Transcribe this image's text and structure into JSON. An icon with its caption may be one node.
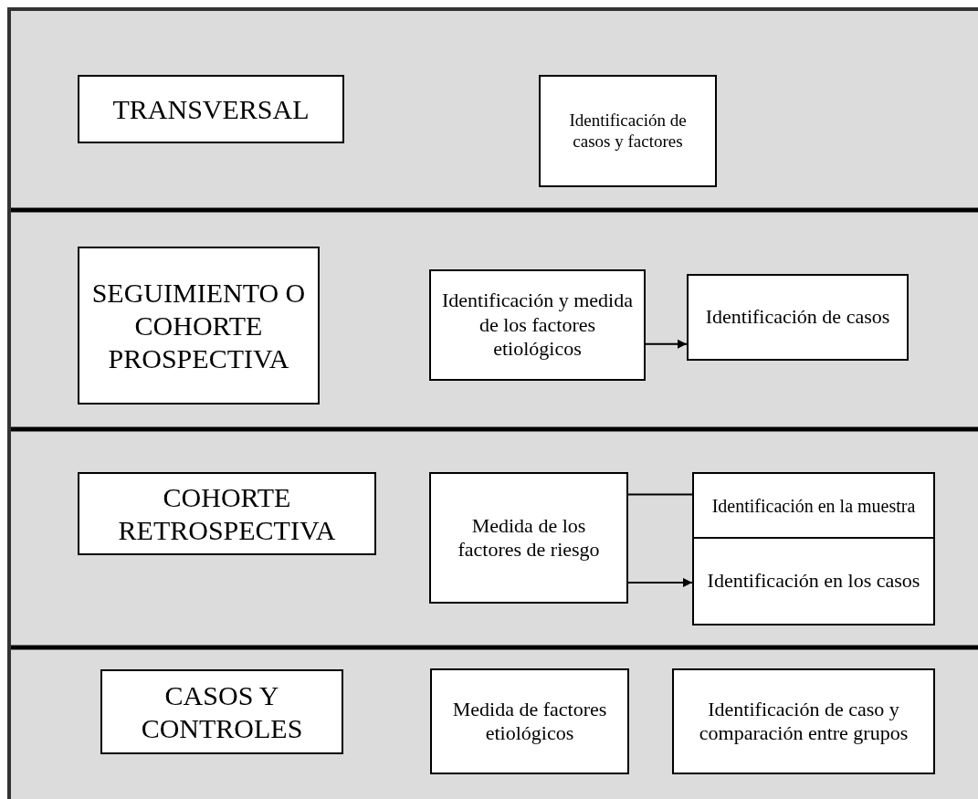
{
  "diagram": {
    "nodes": [
      {
        "text": [
          "TRANSVERSAL"
        ]
      },
      {
        "text": [
          "Identificación de casos y factores"
        ]
      },
      {
        "text": [
          "SEGUIMIENTO O COHORTE PROSPECTIVA"
        ]
      },
      {
        "text": [
          "Identificación y medida de los factores etiológicos"
        ]
      },
      {
        "text": [
          "Identificación de casos"
        ]
      },
      {
        "text": [
          "COHORTE RETROSPECTIVA"
        ]
      },
      {
        "text": [
          "Medida de los factores de riesgo"
        ]
      },
      {
        "text": [
          "Identificación en la muestra"
        ]
      },
      {
        "text": [
          "Identificación en los casos"
        ]
      },
      {
        "text": [
          "CASOS Y CONTROLES"
        ]
      },
      {
        "text": [
          "Medida de factores etiológicos"
        ]
      },
      {
        "text": [
          "Identificación de caso y comparación entre grupos"
        ]
      }
    ],
    "edges": [
      {
        "from": 3,
        "to": 4,
        "arrow": "to"
      },
      {
        "from": 6,
        "to": 7,
        "arrow": "none"
      },
      {
        "from": 6,
        "to": 8,
        "arrow": "to"
      }
    ]
  }
}
